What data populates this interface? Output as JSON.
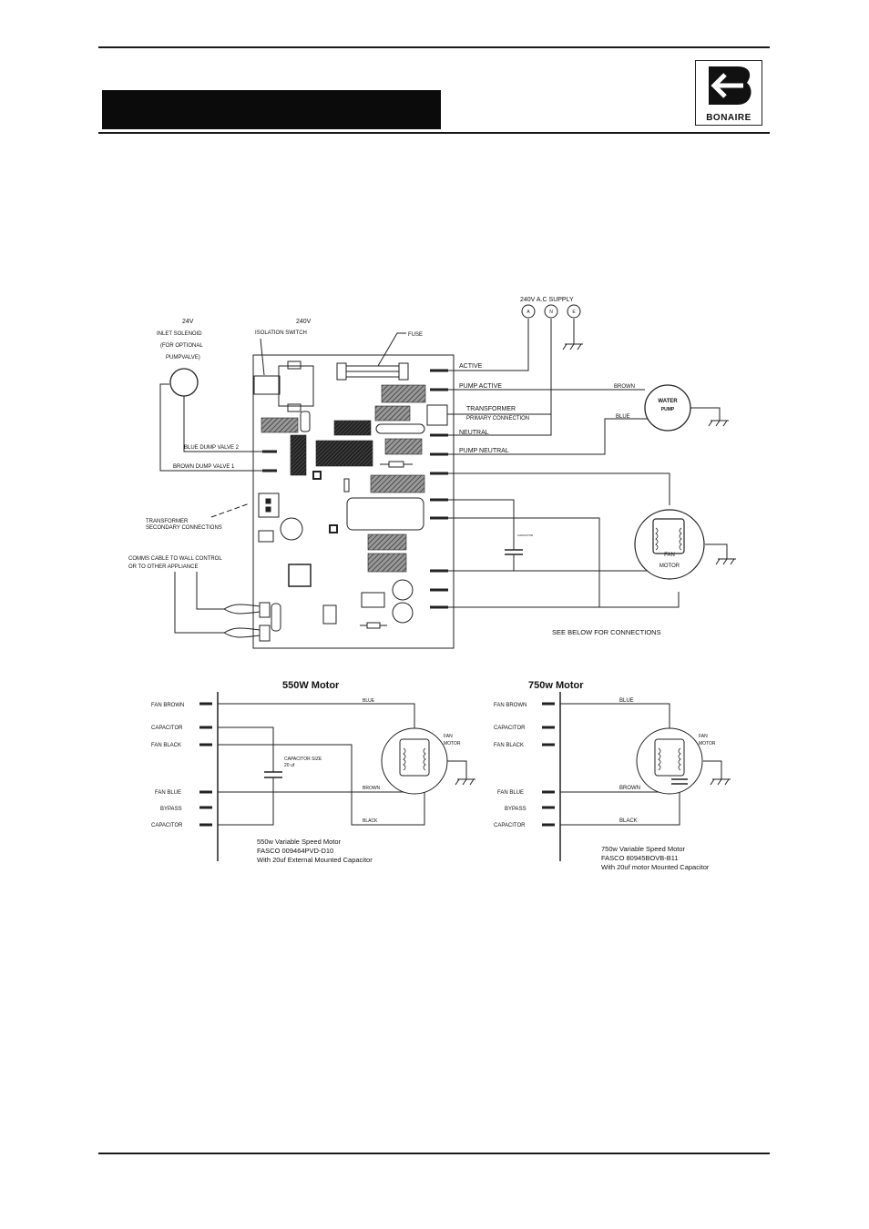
{
  "header": {
    "logo_text": "BONAIRE"
  },
  "main_diagram": {
    "supply_label": "240V A.C SUPPLY",
    "supply_terminals": [
      "A",
      "N",
      "E"
    ],
    "inlet_voltage": "24V",
    "inlet_label_1": "INLET SOLENOID",
    "inlet_label_2": "(FOR OPTIONAL",
    "inlet_label_3": "PUMPVALVE)",
    "switch_voltage": "240V",
    "switch_label": "ISOLATION SWITCH",
    "fuse_label": "FUSE",
    "active": "ACTIVE",
    "pump_active": "PUMP ACTIVE",
    "transformer_primary_1": "TRANSFORMER",
    "transformer_primary_2": "PRIMARY CONNECTION",
    "neutral": "NEUTRAL",
    "pump_neutral": "PUMP NEUTRAL",
    "blue_dump": "BLUE DUMP VALVE 2",
    "brown_dump": "BROWN DUMP VALVE 1",
    "transformer_secondary_1": "TRANSFORMER",
    "transformer_secondary_2": "SECONDARY CONNECTIONS",
    "comms_1": "COMMS CABLE TO WALL CONTROL",
    "comms_2": "OR TO OTHER APPLIANCE",
    "brown_wire": "BROWN",
    "blue_wire": "BLUE",
    "water_pump_1": "WATER",
    "water_pump_2": "PUMP",
    "fan_motor_1": "FAN",
    "fan_motor_2": "MOTOR",
    "capacitor_small": "CAPACITOR",
    "see_below": "SEE BELOW FOR CONNECTIONS"
  },
  "motor_550": {
    "title": "550W Motor",
    "terminals": [
      "FAN BROWN",
      "CAPACITOR",
      "FAN BLACK",
      "FAN BLUE",
      "BYPASS",
      "CAPACITOR"
    ],
    "blue": "BLUE",
    "brown": "BROWN",
    "black": "BLACK",
    "cap_size_1": "CAPACITOR SIZE",
    "cap_size_2": "20 uf",
    "fan_motor_1": "FAN",
    "fan_motor_2": "MOTOR",
    "note_1": "550w  Variable Speed Motor",
    "note_2": "FASCO 009464PVD-D10",
    "note_3": "With 20uf External Mounted Capacitor"
  },
  "motor_750": {
    "title": "750w Motor",
    "terminals": [
      "FAN BROWN",
      "CAPACITOR",
      "FAN BLACK",
      "FAN BLUE",
      "BYPASS",
      "CAPACITOR"
    ],
    "blue": "BLUE",
    "brown": "BROWN",
    "black": "BLACK",
    "fan_motor_1": "FAN",
    "fan_motor_2": "MOTOR",
    "note_1": "750w Variable Speed Motor",
    "note_2": "FASCO 80945BOVB-B11",
    "note_3": "With 20uf motor Mounted Capacitor"
  }
}
